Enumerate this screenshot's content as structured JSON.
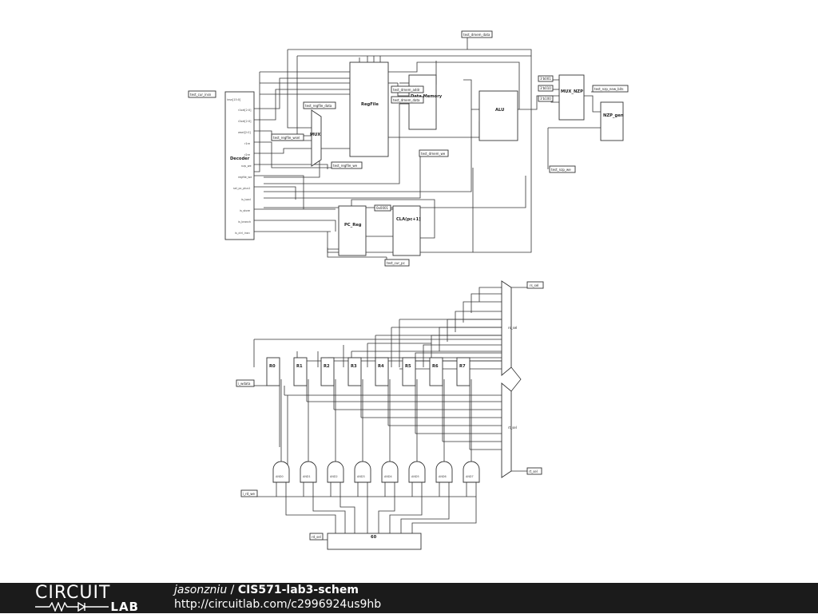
{
  "schematic": {
    "blocks": {
      "decoder": "Decoder",
      "regfile": "RegFile",
      "data_memory": "Data Memory",
      "alu": "ALU",
      "mux_nzp": "MUX_NZP",
      "nzp_gen": "NZP_gen",
      "pc_reg": "PC_Reg",
      "cla": "CLA(pc+1)",
      "mux_small": "MUX",
      "rd_decoder": "60"
    },
    "labels": {
      "test_cur_insn": "test_cur_insn",
      "test_dmem_data": "test_dmem_data",
      "test_regfile_data": "test_regfile_data",
      "test_regfile_wsel": "test_regfile_wsel",
      "test_regfile_we": "test_regfile_we",
      "test_dmem_addr": "test_dmem_addr",
      "test_dmem_data2": "test_dmem_data",
      "test_dmem_we": "test_dmem_we",
      "test_nzp_new_bits": "test_nzp_new_bits",
      "test_nzp_we": "test_nzp_we",
      "test_cur_pc": "test_cur_pc",
      "const_001": "3'b001",
      "const_010": "3'b010",
      "const_100": "3'b100",
      "const_0001": "0x0001",
      "rs_sel": "rs_sel",
      "rt_sel": "rt_sel",
      "i_wdata": "i_wdata",
      "i_rd_we": "i_rd_we",
      "rd_sel": "rd_sel"
    },
    "registers": [
      "R0",
      "R1",
      "R2",
      "R3",
      "R4",
      "R5",
      "R6",
      "R7"
    ],
    "and_gates": [
      "AND0",
      "AND1",
      "AND2",
      "AND3",
      "AND4",
      "AND5",
      "AND6",
      "AND7"
    ],
    "decoder_pins": [
      "insn[15:0]",
      "r1sel[2:0]",
      "r2sel[2:0]",
      "wsel[2:0]",
      "r1re",
      "r2re",
      "nzp_we",
      "regfile_we",
      "sel_pc_plus1",
      "is_load",
      "is_store",
      "is_branch",
      "is_ctrl_insn"
    ]
  },
  "footer": {
    "user": "jasonzniu",
    "separator": " / ",
    "project": "CIS571-lab3-schem",
    "url": "http://circuitlab.com/c2996924us9hb",
    "logo_top": "CIRCUIT",
    "logo_bottom": "LAB"
  }
}
